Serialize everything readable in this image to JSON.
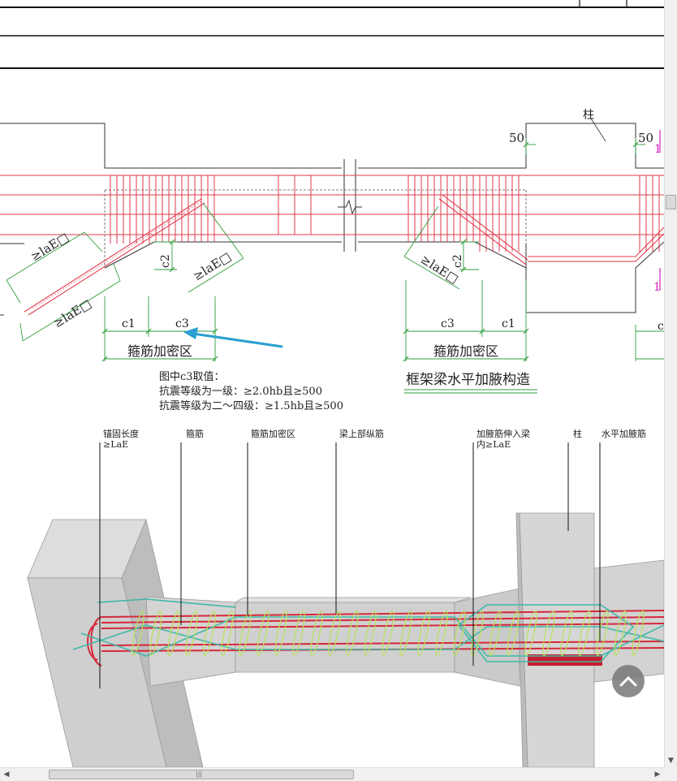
{
  "plan": {
    "dims": {
      "c1_left": "c1",
      "c3_left": "c3",
      "c2_left": "c2",
      "c3_right": "c3",
      "c1_right": "c1",
      "c2_right": "c2",
      "c_far": "c",
      "fifty_left": "50",
      "fifty_right": "50"
    },
    "anchor_labels": {
      "left_upper": "≥laE□",
      "left_lower": "≥laE□",
      "center_left": "≥laE□",
      "center_right": "≥laE□"
    },
    "column_label": "柱",
    "magenta_marks": [
      "1",
      "1"
    ],
    "zone_left": "箍筋加密区",
    "zone_right": "箍筋加密区",
    "note": {
      "line1": "图中c3取值：",
      "line2": "抗震等级为一级：≥2.0hb且≥500",
      "line3": "抗震等级为二～四级：≥1.5hb且≥500"
    },
    "title": "框架梁水平加腋构造"
  },
  "iso": {
    "callouts": [
      {
        "line1": "锚固长度",
        "line2": "≥LaE"
      },
      {
        "line1": "箍筋",
        "line2": ""
      },
      {
        "line1": "箍筋加密区",
        "line2": ""
      },
      {
        "line1": "梁上部纵筋",
        "line2": ""
      },
      {
        "line1": "加腋筋伸入梁",
        "line2": "内≥LaE"
      },
      {
        "line1": "柱",
        "line2": ""
      },
      {
        "line1": "水平加腋筋",
        "line2": ""
      }
    ]
  },
  "scrollbar": {
    "grip": "|||"
  },
  "colors": {
    "rebar_red": "#e03a4a",
    "rebar_dark_red": "#c81e2e",
    "dim_green": "#2e9e3c",
    "haunch_teal": "#3fb8a6",
    "stirrup_yellow": "#b9e35a",
    "arrow_blue": "#2a9fd0",
    "concrete_gray": "#cfcfcf",
    "magenta": "#d020c0"
  }
}
